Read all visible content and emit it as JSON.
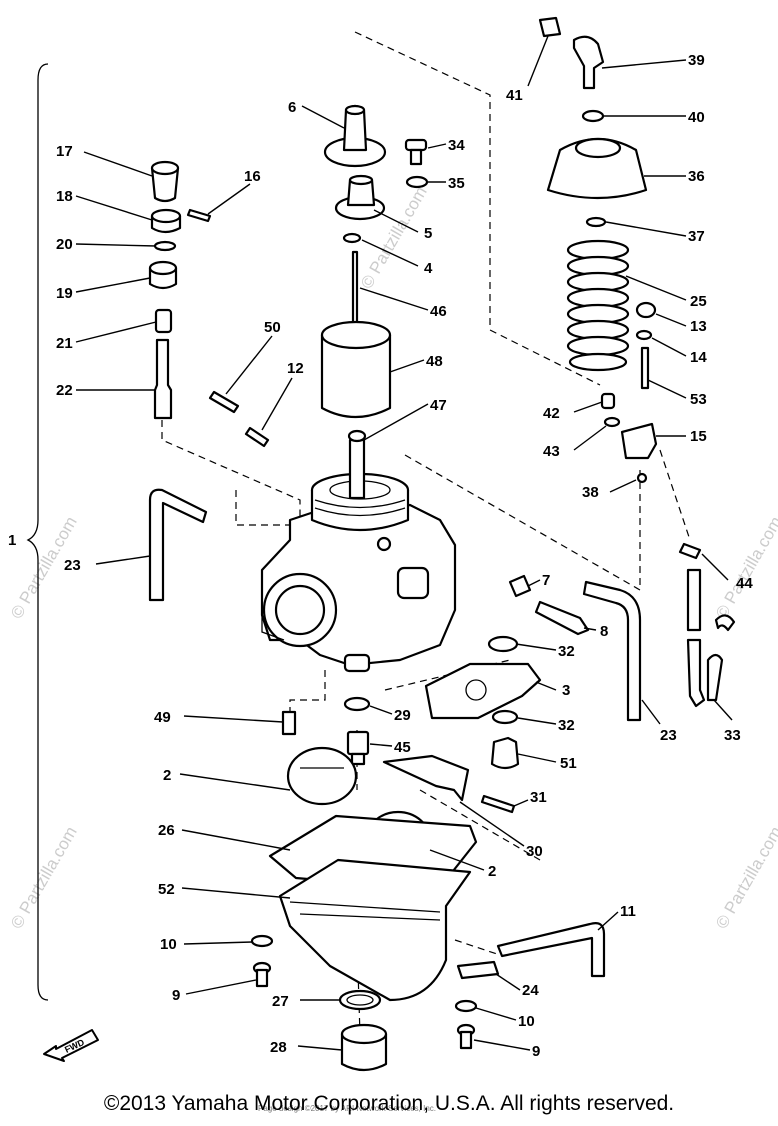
{
  "diagram": {
    "watermark": "© Partzilla.com",
    "copyright": "©2013 Yamaha Motor Corporation, U.S.A. All rights reserved.",
    "design_credit": "Page design ©2017 by ARI Network Services, Inc.",
    "fwd_label": "FWD",
    "callouts": [
      "1",
      "2",
      "2",
      "3",
      "4",
      "5",
      "6",
      "7",
      "8",
      "9",
      "9",
      "10",
      "10",
      "11",
      "12",
      "13",
      "14",
      "15",
      "16",
      "17",
      "18",
      "19",
      "20",
      "21",
      "22",
      "23",
      "23",
      "24",
      "25",
      "26",
      "27",
      "28",
      "29",
      "30",
      "31",
      "32",
      "32",
      "33",
      "34",
      "35",
      "36",
      "37",
      "38",
      "39",
      "40",
      "41",
      "42",
      "43",
      "44",
      "45",
      "46",
      "47",
      "48",
      "49",
      "50",
      "51",
      "52",
      "53"
    ]
  }
}
